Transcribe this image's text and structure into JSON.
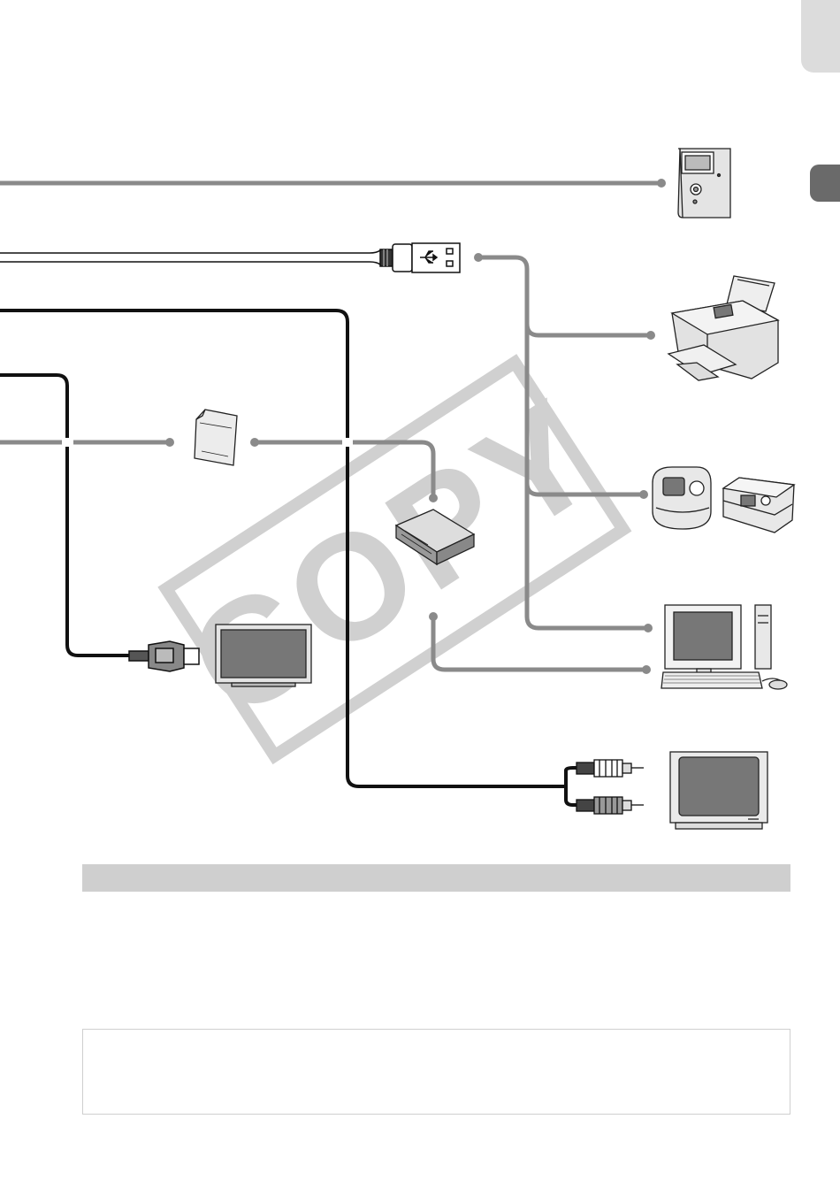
{
  "page": {
    "watermark": "COPY"
  },
  "colors": {
    "cable_gray": "#8a8a8a",
    "cable_black": "#111111",
    "device_gray": "#d6d6d6",
    "device_dark": "#9a9a9a",
    "section_bar": "#cfcfcf",
    "side_tab_light": "#dcdcdc",
    "side_tab_dark": "#6a6a6a",
    "watermark_gray": "#d0d0d0"
  },
  "devices": [
    {
      "id": "flash-unit",
      "icon": "flash-unit-icon"
    },
    {
      "id": "photo-printer-inkjet",
      "icon": "inkjet-printer-icon"
    },
    {
      "id": "compact-photo-printers",
      "icon": "compact-printer-icon"
    },
    {
      "id": "computer",
      "icon": "desktop-computer-icon"
    },
    {
      "id": "crt-tv",
      "icon": "crt-tv-icon"
    },
    {
      "id": "flat-tv",
      "icon": "flat-tv-icon"
    },
    {
      "id": "memory-card",
      "icon": "sd-card-icon"
    },
    {
      "id": "card-reader",
      "icon": "card-reader-icon"
    }
  ],
  "connectors": [
    {
      "id": "usb-plug",
      "icon": "usb-plug-icon"
    },
    {
      "id": "hdmi-plug",
      "icon": "hdmi-plug-icon"
    },
    {
      "id": "av-plugs",
      "icon": "rca-plug-icon"
    }
  ]
}
